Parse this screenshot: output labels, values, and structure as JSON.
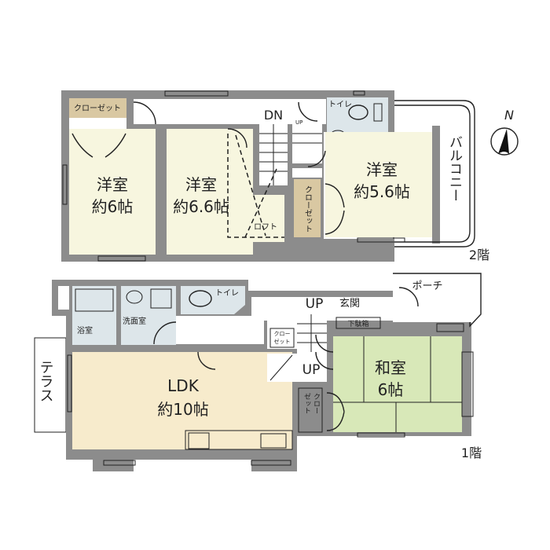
{
  "floor2": {
    "label": "2階",
    "rooms": [
      {
        "name": "洋室",
        "size": "約6帖"
      },
      {
        "name": "洋室",
        "size": "約6.6帖"
      },
      {
        "name": "洋室",
        "size": "約5.6帖"
      }
    ],
    "closet_top": "クローゼット",
    "closet_vertical": "クローゼット",
    "toilet": "トイレ",
    "stairs_down": "DN",
    "stairs_up": "UP",
    "loft": "ロフト",
    "balcony": "バルコニー"
  },
  "floor1": {
    "label": "1階",
    "ldk": {
      "name": "LDK",
      "size": "約10帖"
    },
    "washitsu": {
      "name": "和室",
      "size": "6帖"
    },
    "bath": "浴室",
    "washroom": "洗面室",
    "toilet": "トイレ",
    "terrace": "テラス",
    "entrance": "玄関",
    "porch": "ポーチ",
    "shoe_box": "下駄箱",
    "closet_small_1": "クロー",
    "closet_small_2": "ゼット",
    "closet_side_1": "クロー",
    "closet_side_2": "ゼット",
    "stairs_up_main": "UP",
    "stairs_up_lower": "UP"
  },
  "compass": {
    "label": "N"
  },
  "colors": {
    "wall": "#8c8c8c",
    "western_room": "#f7f6df",
    "closet": "#d9c8a2",
    "wet_area": "#dde6ea",
    "ldk": "#f7ebcc",
    "washitsu": "#d8e8b8"
  }
}
